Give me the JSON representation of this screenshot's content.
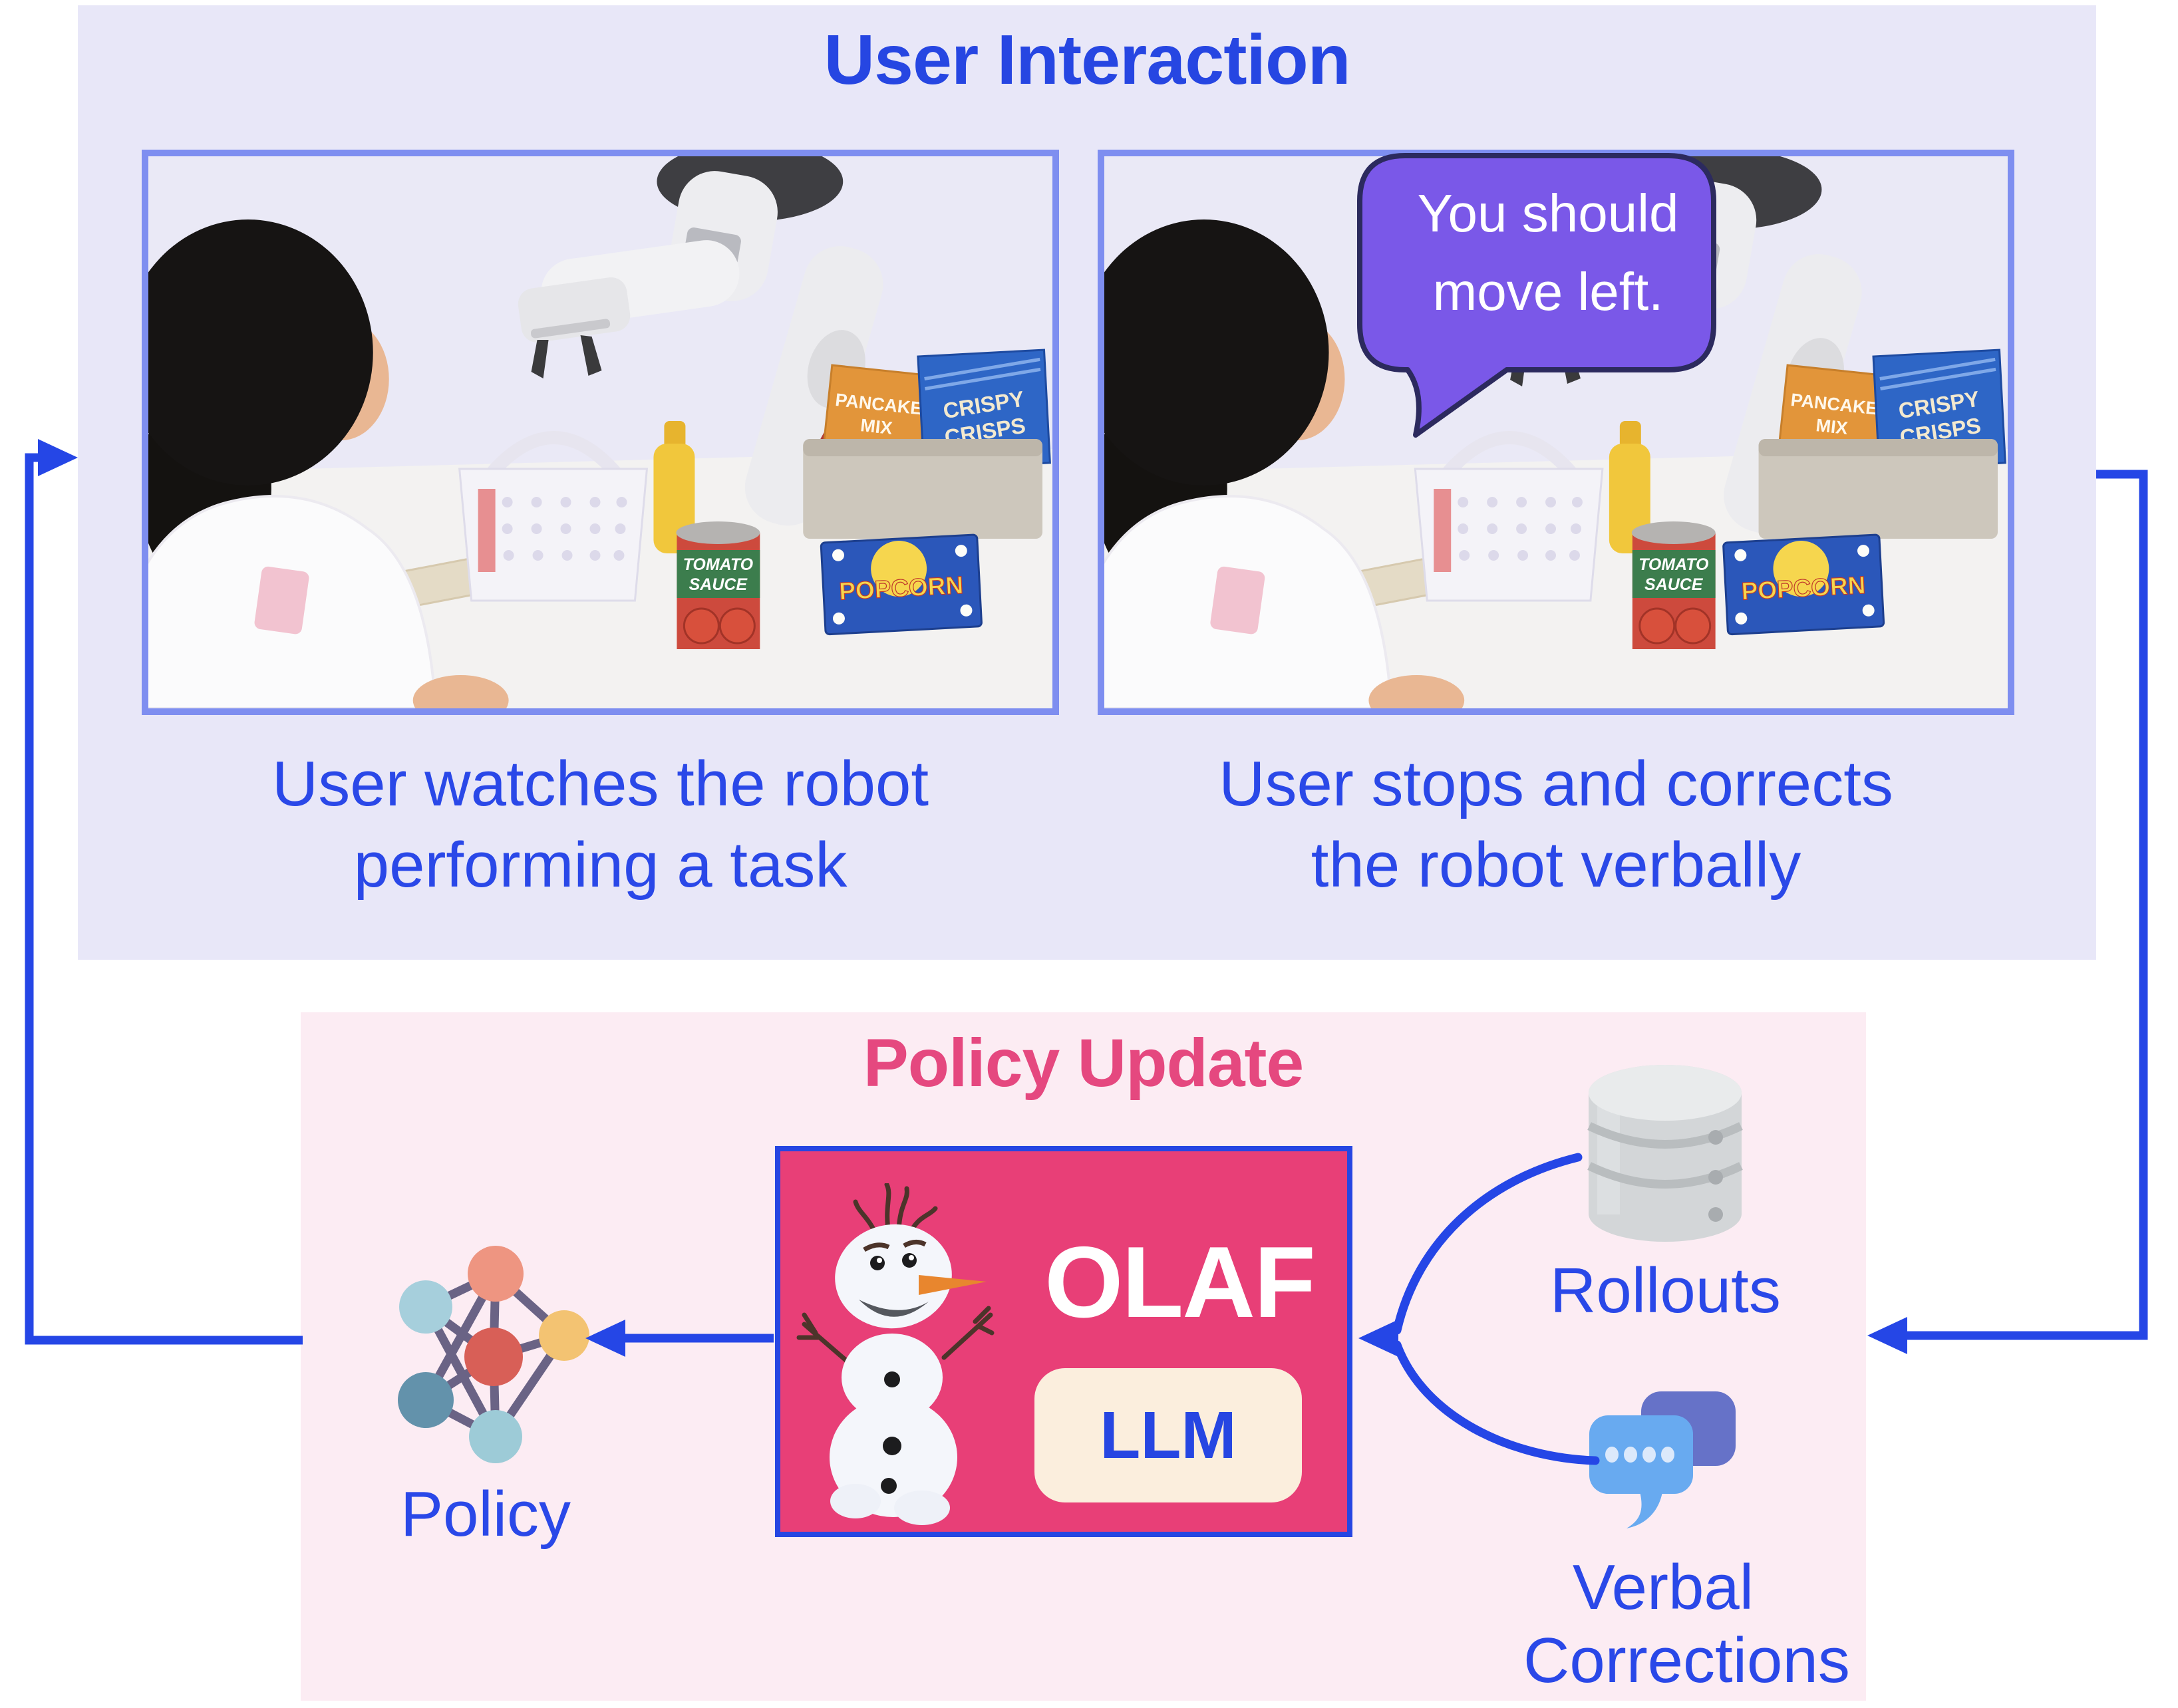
{
  "colors": {
    "accent_blue": "#2646e2",
    "line_blue": "#2546e6",
    "photo_border": "#7e8ef0",
    "lavender_panel": "#e8e7f8",
    "pink_panel": "#fcecf3",
    "pink_accent": "#e5487f",
    "olaf_box_fill": "#e83f77",
    "bubble_purple": "#7a58e8",
    "bubble_border": "#2c2a5e",
    "cream_chip": "#fbeedd"
  },
  "user_interaction": {
    "title": "User Interaction",
    "left_photo": {
      "caption_lines": [
        "User watches the robot",
        "performing a task"
      ]
    },
    "right_photo": {
      "caption_lines": [
        "User stops and corrects",
        "the robot verbally"
      ],
      "speech_bubble_lines": [
        "You should",
        "move left."
      ]
    },
    "photo_objects": {
      "tomato_line1": "TOMATO",
      "tomato_line2": "SAUCE",
      "popcorn": "POPCORN",
      "pancake_line1": "PANCAKE",
      "pancake_line2": "MIX",
      "crisps_line1": "CRISPY",
      "crisps_line2": "CRISPS"
    }
  },
  "policy_update": {
    "title": "Policy Update",
    "olaf_label": "OLAF",
    "llm_label": "LLM",
    "rollouts_label": "Rollouts",
    "verbal_lines": [
      "Verbal",
      "Corrections"
    ],
    "policy_label": "Policy"
  }
}
